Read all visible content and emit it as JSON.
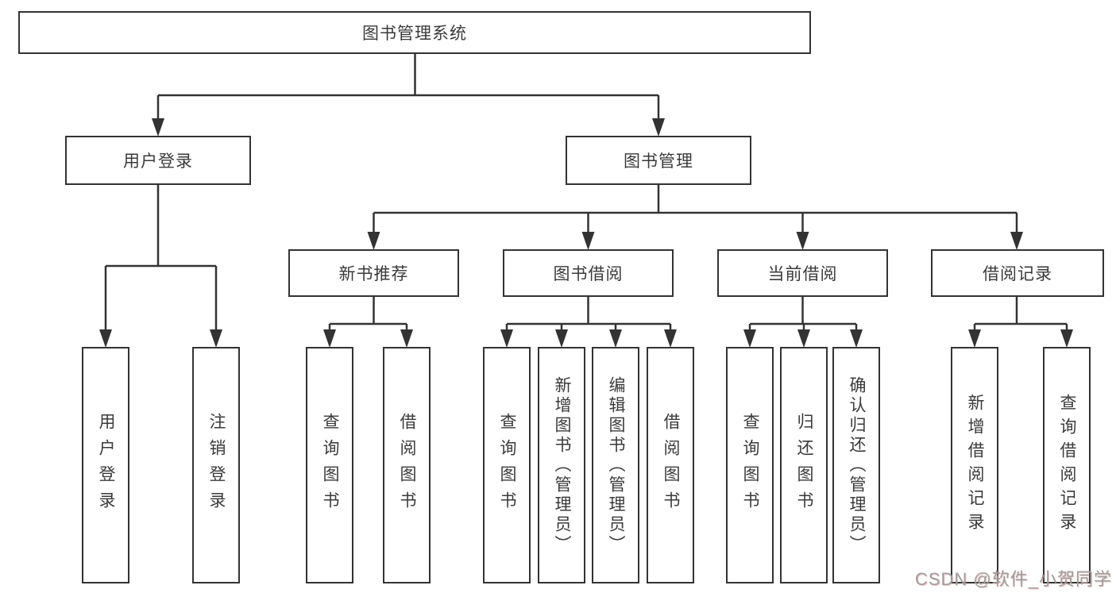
{
  "diagram": {
    "title": "图书管理系统",
    "watermark": "CSDN @软件_小贺同学",
    "colors": {
      "line": "#333333",
      "box_border": "#333333",
      "text": "#3a3a3a",
      "background": "#ffffff",
      "watermark": "#9d9d9d"
    },
    "nodes": {
      "root": {
        "label": "图书管理系统"
      },
      "login": {
        "label": "用户登录"
      },
      "book_mgmt": {
        "label": "图书管理"
      },
      "new_book": {
        "label": "新书推荐"
      },
      "book_borrow": {
        "label": "图书借阅"
      },
      "current_borrow": {
        "label": "当前借阅"
      },
      "borrow_records": {
        "label": "借阅记录"
      },
      "user_login": {
        "label": "用户登录"
      },
      "logout": {
        "label": "注销登录"
      },
      "nb_query": {
        "label": "查询图书"
      },
      "nb_borrow": {
        "label": "借阅图书"
      },
      "bb_query": {
        "label": "查询图书"
      },
      "bb_add": {
        "label": "新增图书（管理员）"
      },
      "bb_edit": {
        "label": "编辑图书（管理员）"
      },
      "bb_borrow": {
        "label": "借阅图书"
      },
      "cb_query": {
        "label": "查询图书"
      },
      "cb_return": {
        "label": "归还图书"
      },
      "cb_confirm": {
        "label": "确认归还（管理员）"
      },
      "br_add": {
        "label": "新增借阅记录"
      },
      "br_query": {
        "label": "查询借阅记录"
      }
    }
  }
}
